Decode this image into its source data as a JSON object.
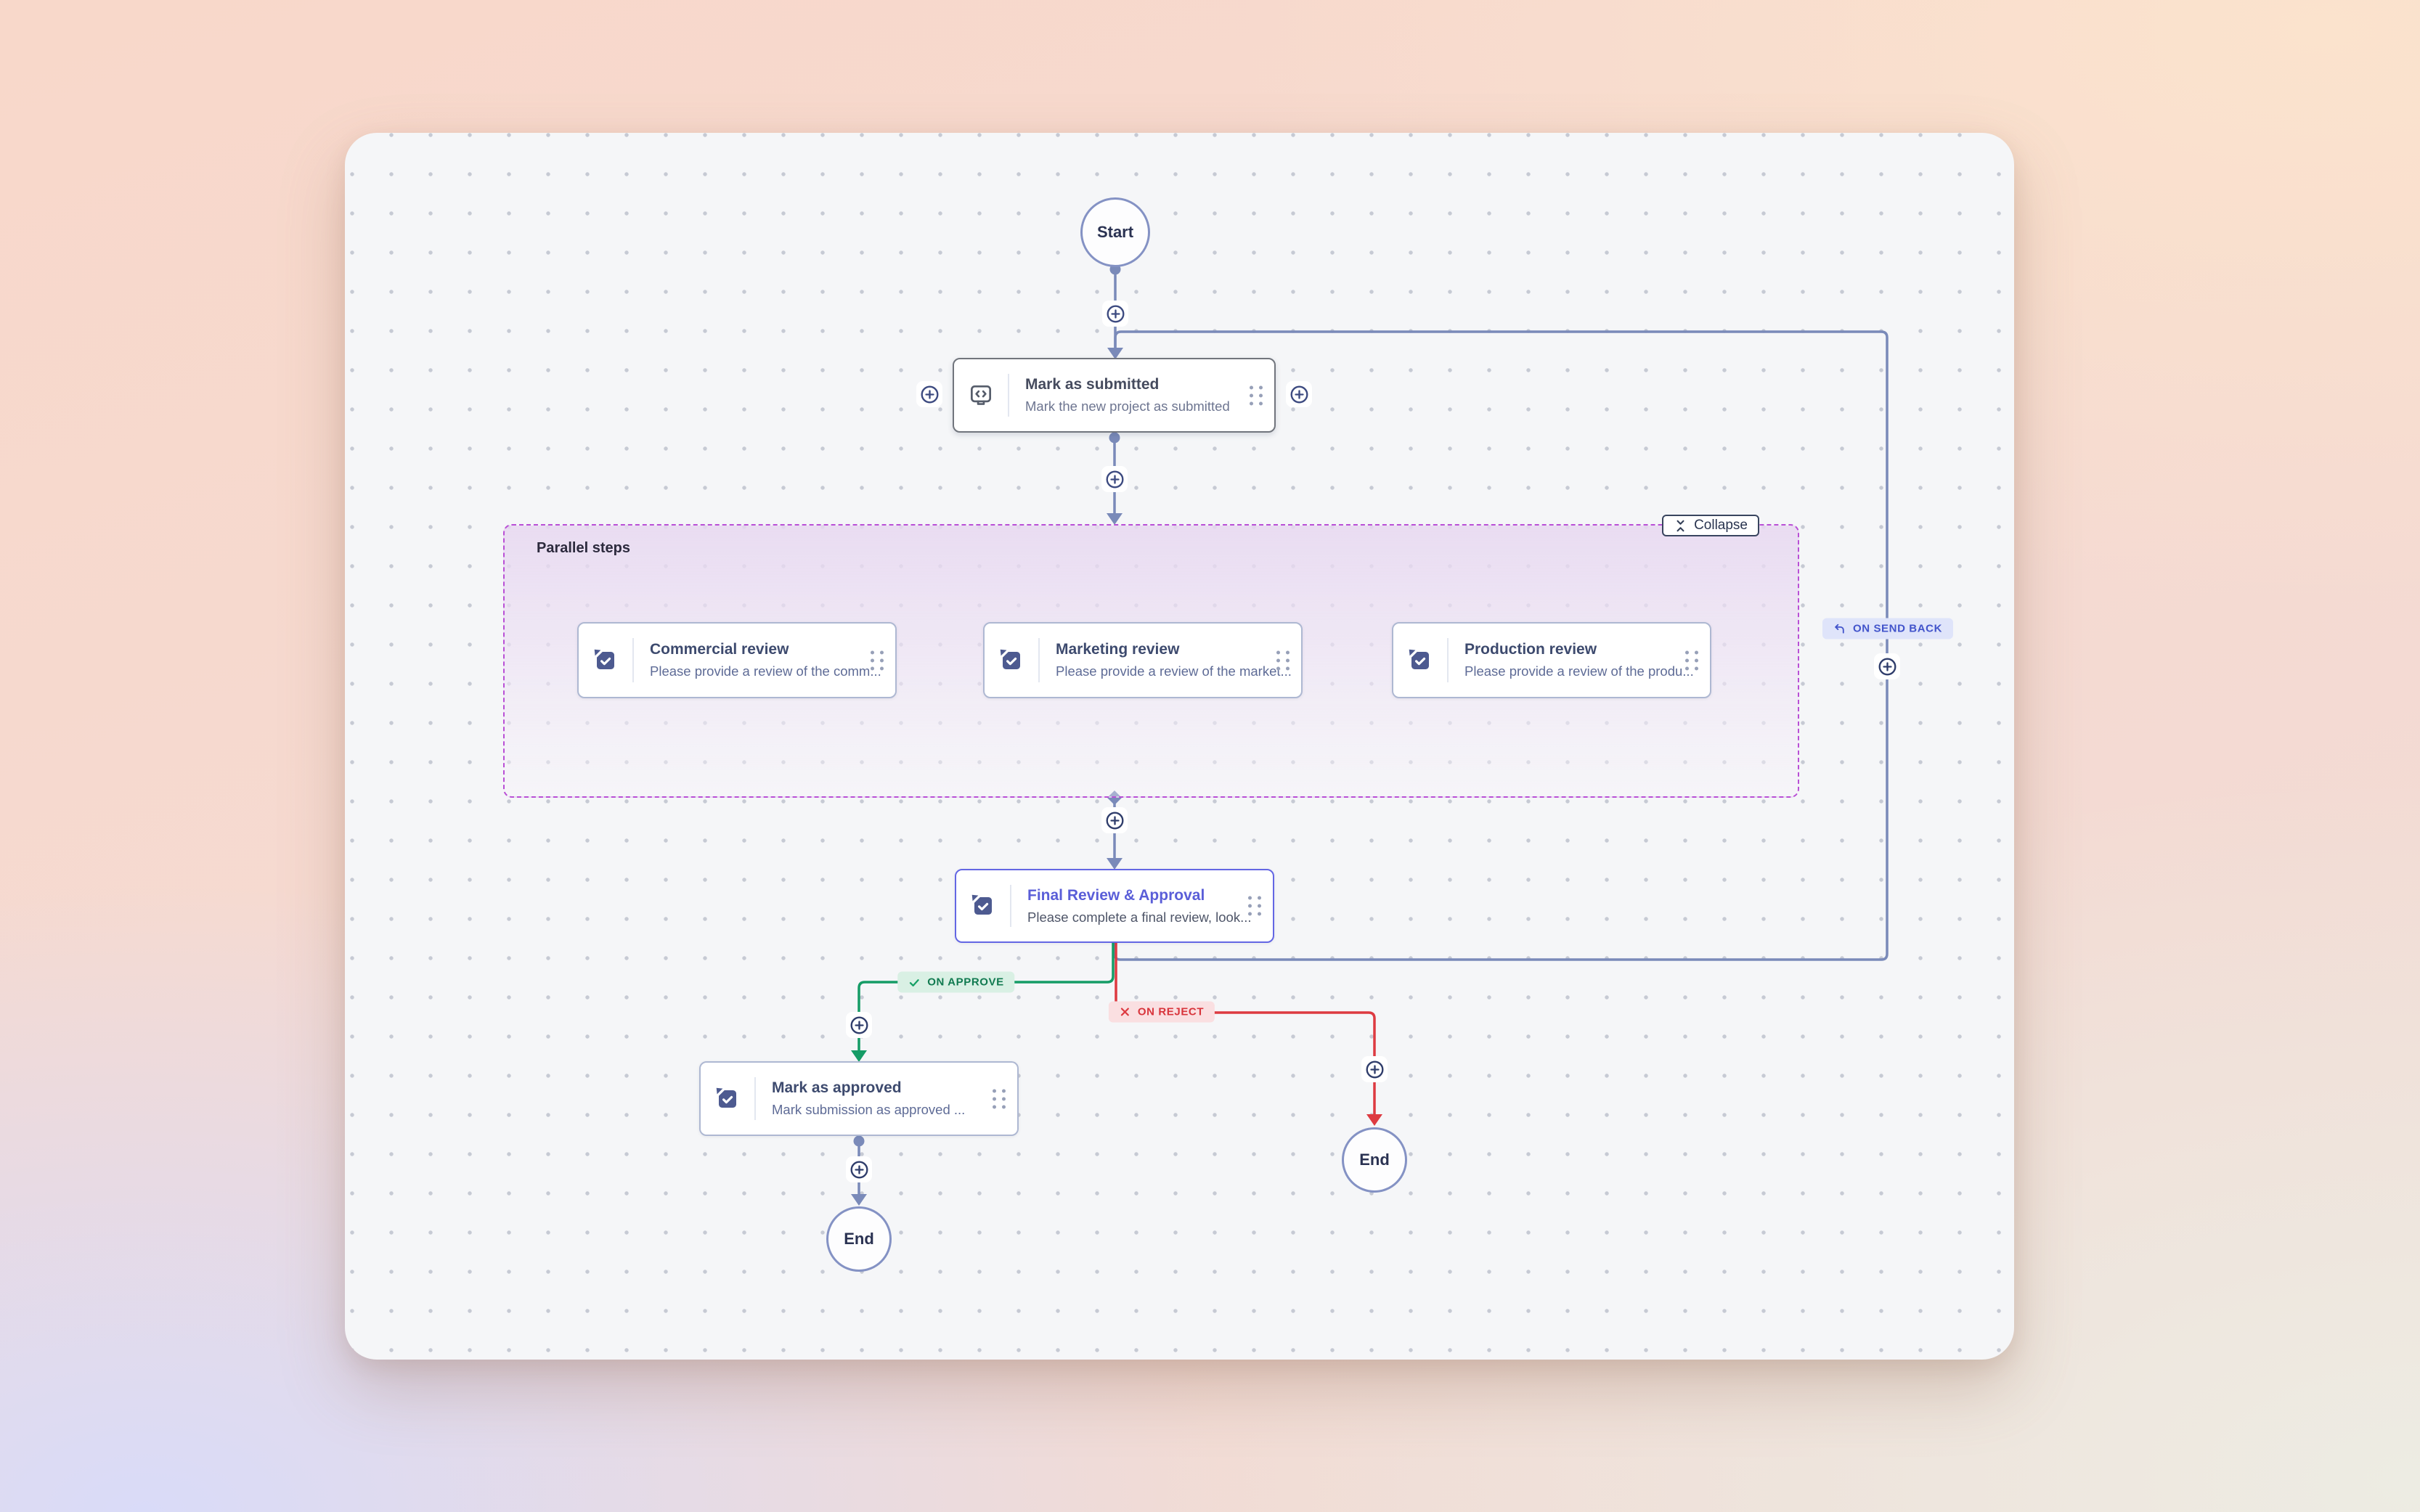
{
  "terminals": {
    "start": "Start",
    "end_approved": "End",
    "end_rejected": "End"
  },
  "steps": {
    "mark_as_submitted": {
      "title": "Mark as submitted",
      "subtitle": "Mark the new project as submitted",
      "icon": "code-window-icon"
    },
    "commercial_review": {
      "title": "Commercial review",
      "subtitle": "Please provide a review of the comm...",
      "icon": "clipboard-check-icon"
    },
    "marketing_review": {
      "title": "Marketing review",
      "subtitle": "Please provide a review of the market...",
      "icon": "clipboard-check-icon"
    },
    "production_review": {
      "title": "Production review",
      "subtitle": "Please provide a review of the produ...",
      "icon": "clipboard-check-icon"
    },
    "final_review": {
      "title": "Final Review & Approval",
      "subtitle": "Please complete a final review, look...",
      "icon": "clipboard-check-icon"
    },
    "mark_as_approved": {
      "title": "Mark as approved",
      "subtitle": "Mark submission as approved ...",
      "icon": "clipboard-check-icon"
    }
  },
  "parallel_group": {
    "label": "Parallel steps",
    "collapse_button": "Collapse"
  },
  "edge_labels": {
    "on_approve": "ON APPROVE",
    "on_reject": "ON REJECT",
    "on_send_back": "ON SEND BACK"
  },
  "colors": {
    "approve_green": "#159c66",
    "reject_red": "#dd3a41",
    "send_back_indigo": "#4254cb",
    "edge_gray": "#7a8ab9",
    "parallel_border": "#b94fd6",
    "final_accent": "#6467e4"
  }
}
